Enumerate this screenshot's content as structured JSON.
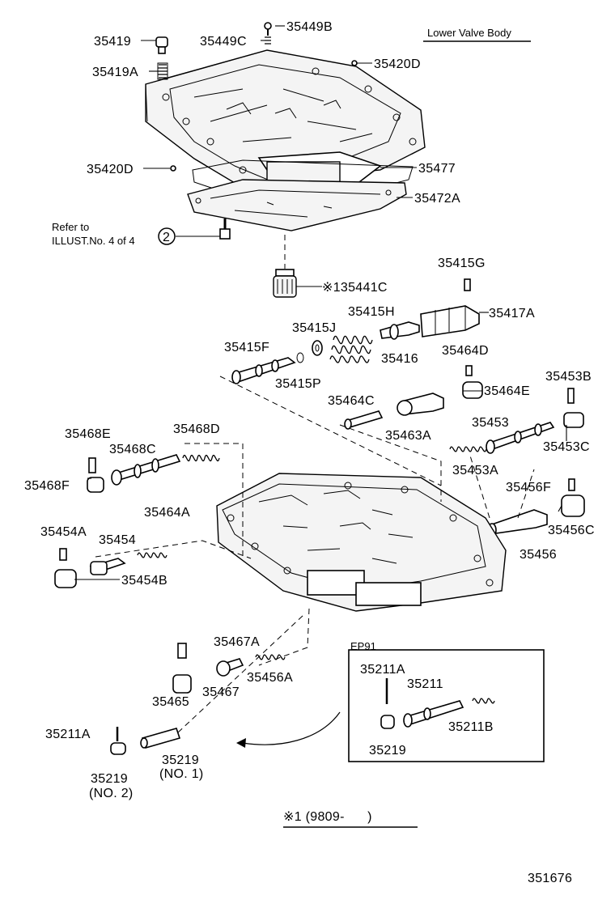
{
  "title": "Lower Valve Body",
  "diagram_number": "351676",
  "footnote": "※1 (9809-      )",
  "refer_note": {
    "line1": "Refer to",
    "line2": "ILLUST.No. 4 of 4",
    "circle": "2"
  },
  "box": {
    "label": "EP91",
    "parts": [
      "35211A",
      "35211",
      "35211B",
      "35219"
    ]
  },
  "labels": [
    "35419",
    "35449C",
    "35449B",
    "35419A",
    "35420D",
    "35420D",
    "35477",
    "35472A",
    "※135441C",
    "35415G",
    "35415H",
    "35417A",
    "35415J",
    "35415F",
    "35416",
    "35415P",
    "35464D",
    "35464E",
    "35453B",
    "35464C",
    "35463A",
    "35468E",
    "35468D",
    "35453",
    "35453C",
    "35468C",
    "35468F",
    "35453A",
    "35456F",
    "35464A",
    "35454A",
    "35454",
    "35456C",
    "35456",
    "35454B",
    "35467A",
    "35456A",
    "35465",
    "35467",
    "35211A",
    "35219",
    "(NO. 1)",
    "35219",
    "(NO. 2)"
  ],
  "icons": [
    "valve-body-upper",
    "valve-body-lower",
    "gasket-plate",
    "spring",
    "valve-spool",
    "bolt",
    "screen-filter",
    "ball",
    "pin"
  ]
}
